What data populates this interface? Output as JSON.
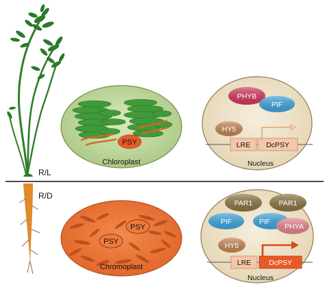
{
  "sections": {
    "top_label": "R/L",
    "bottom_label": "R/D"
  },
  "chloroplast": {
    "label": "Chloroplast",
    "enzyme": "PSY",
    "fill_color": "#c8dca0",
    "thylakoid_color": "#3f9a3a"
  },
  "chromoplast": {
    "label": "Chromoplast",
    "enzyme_1": "PSY",
    "enzyme_2": "PSY",
    "fill_color": "#ee7b3c"
  },
  "nucleus_light": {
    "label": "Nucleus",
    "phyb": "PHYB",
    "pif": "PIF",
    "hy5": "HY5",
    "lre": "LRE",
    "gene": "DcPSY"
  },
  "nucleus_dark": {
    "label": "Nucleus",
    "par1_a": "PAR1",
    "par1_b": "PAR1",
    "pif_a": "PIF",
    "pif_b": "PIF",
    "phya": "PHYA",
    "hy5": "HY5",
    "lre": "LRE",
    "gene": "DcPSY"
  },
  "colors": {
    "nucleus_fill": "#efe3cb",
    "phyb": "#d2365e",
    "pif": "#3ea6de",
    "hy5": "#c48654",
    "par1": "#8b7640",
    "phya": "#e9828f",
    "gene_box": "#f4c7a8",
    "gene_box_active": "#e85a28",
    "plant": "#2f7d2c",
    "root": "#e08a2a"
  }
}
